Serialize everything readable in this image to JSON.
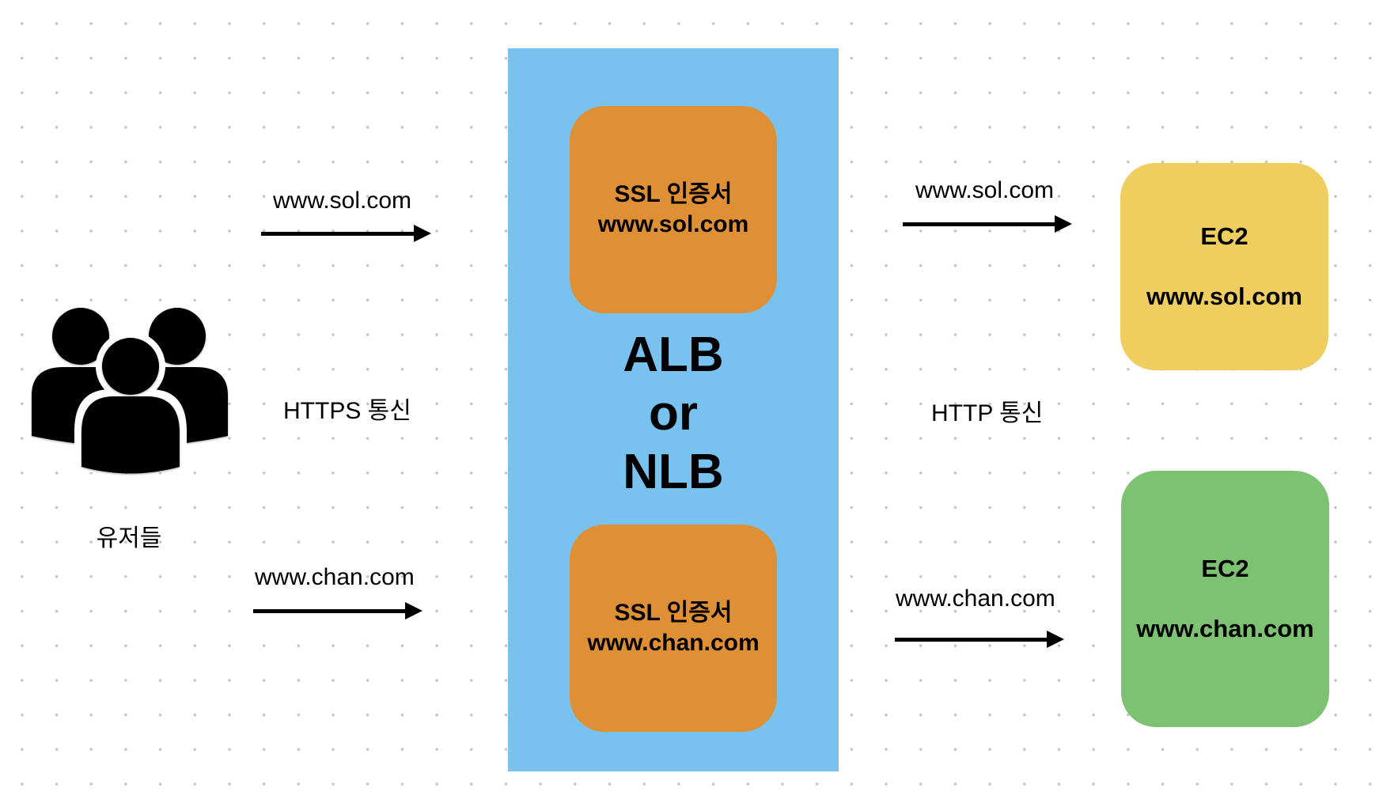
{
  "users": {
    "icon": "users-group-icon",
    "label": "유저들"
  },
  "client_side": {
    "protocol_label": "HTTPS 통신",
    "top_domain": "www.sol.com",
    "bottom_domain": "www.chan.com"
  },
  "load_balancer": {
    "title_line1": "ALB",
    "title_line2": "or",
    "title_line3": "NLB",
    "color": "#78c2f0",
    "certificates": [
      {
        "title": "SSL 인증서",
        "domain": "www.sol.com",
        "color": "#e09034"
      },
      {
        "title": "SSL 인증서",
        "domain": "www.chan.com",
        "color": "#e09034"
      }
    ]
  },
  "server_side": {
    "protocol_label": "HTTP 통신",
    "top_domain": "www.sol.com",
    "bottom_domain": "www.chan.com"
  },
  "targets": [
    {
      "title": "EC2",
      "domain": "www.sol.com",
      "color": "#efcd5f"
    },
    {
      "title": "EC2",
      "domain": "www.chan.com",
      "color": "#7dc272"
    }
  ]
}
